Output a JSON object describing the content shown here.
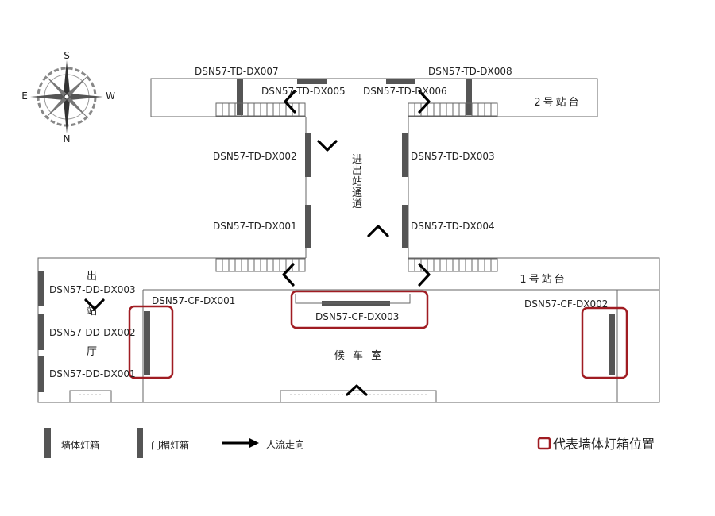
{
  "colors": {
    "wall": "#666666",
    "lightbox": "#555555",
    "highlight": "#a01c22",
    "text": "#222222"
  },
  "compass": {
    "n_top": "S",
    "n_bottom": "N",
    "left": "E",
    "right": "W"
  },
  "areas": {
    "platform2": "2号站台",
    "platform1": "1号站台",
    "passage": [
      "进",
      "出",
      "站",
      "通",
      "道"
    ],
    "exit_hall": [
      "出",
      "站",
      "厅"
    ],
    "waiting_room": "候 车 室"
  },
  "labels": {
    "td007": "DSN57-TD-DX007",
    "td008": "DSN57-TD-DX008",
    "td005": "DSN57-TD-DX005",
    "td006": "DSN57-TD-DX006",
    "td002": "DSN57-TD-DX002",
    "td003": "DSN57-TD-DX003",
    "td001": "DSN57-TD-DX001",
    "td004": "DSN57-TD-DX004",
    "dd003": "DSN57-DD-DX003",
    "dd002": "DSN57-DD-DX002",
    "dd001": "DSN57-DD-DX001",
    "cf001": "DSN57-CF-DX001",
    "cf003": "DSN57-CF-DX003",
    "cf002": "DSN57-CF-DX002"
  },
  "legend": {
    "wall_box": "墙体灯箱",
    "door_box": "门楣灯箱",
    "flow": "人流走向",
    "highlight": "代表墙体灯箱位置"
  }
}
